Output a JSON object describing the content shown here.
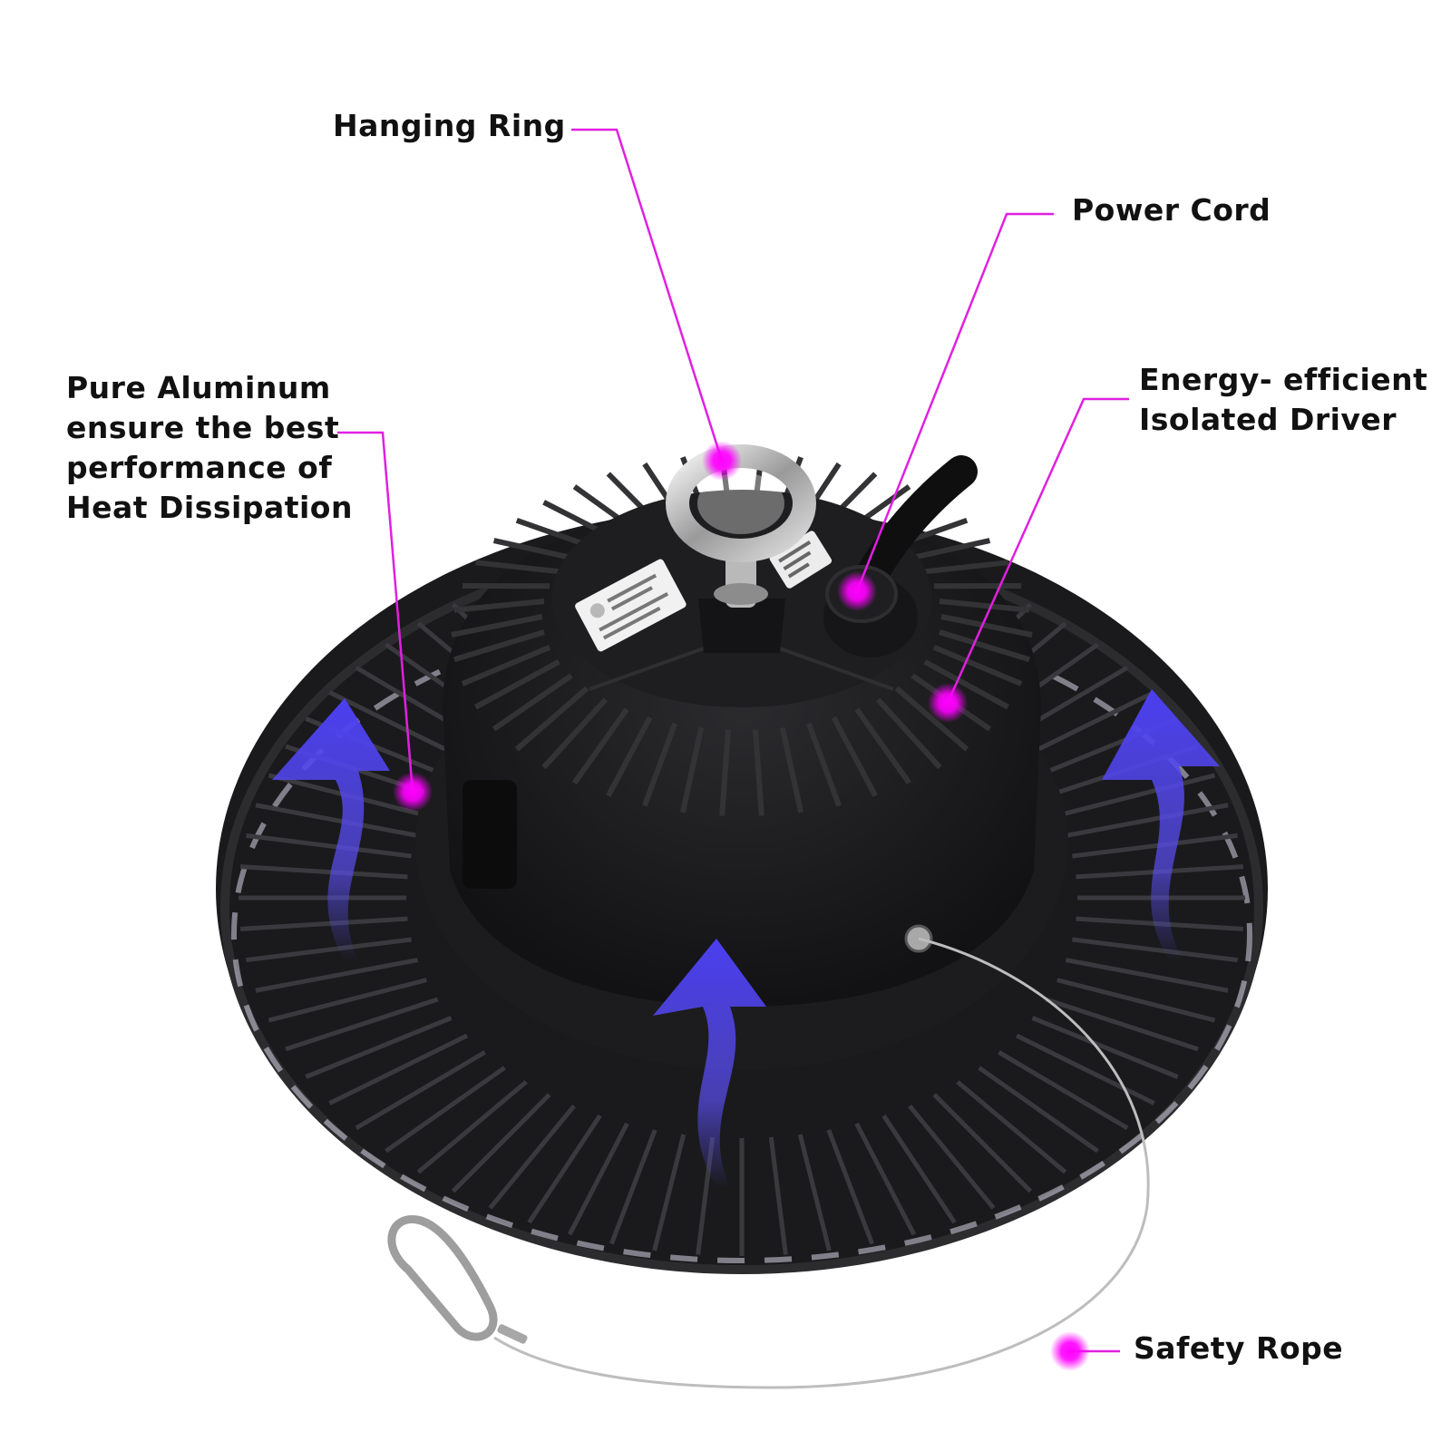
{
  "callouts": {
    "hanging_ring": "Hanging Ring",
    "power_cord": "Power Cord",
    "driver_line1": "Energy- efficient",
    "driver_line2": "Isolated Driver",
    "aluminum_line1": "Pure Aluminum",
    "aluminum_line2": "ensure the best",
    "aluminum_line3": "performance of",
    "aluminum_line4": "Heat Dissipation",
    "safety_rope": "Safety Rope"
  },
  "colors": {
    "leader": "#e020e0",
    "arrow": "#5a4ef0",
    "housing": "#1b1b1d",
    "fins": "#2a2a2d"
  },
  "icons": [
    "airflow-arrow-icon"
  ]
}
